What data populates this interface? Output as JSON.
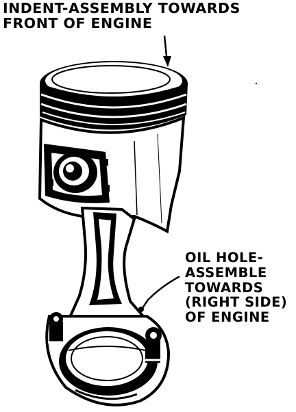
{
  "labels": {
    "indent": {
      "line1": "INDENT-ASSEMBLY TOWARDS",
      "line2": "FRONT OF ENGINE"
    },
    "oil_hole": {
      "line1": "OIL HOLE-",
      "line2": "ASSEMBLE",
      "line3": "TOWARDS",
      "line4": "(RIGHT SIDE)",
      "line5": "OF ENGINE"
    }
  },
  "colors": {
    "ink": "#000000",
    "paper": "#ffffff"
  }
}
